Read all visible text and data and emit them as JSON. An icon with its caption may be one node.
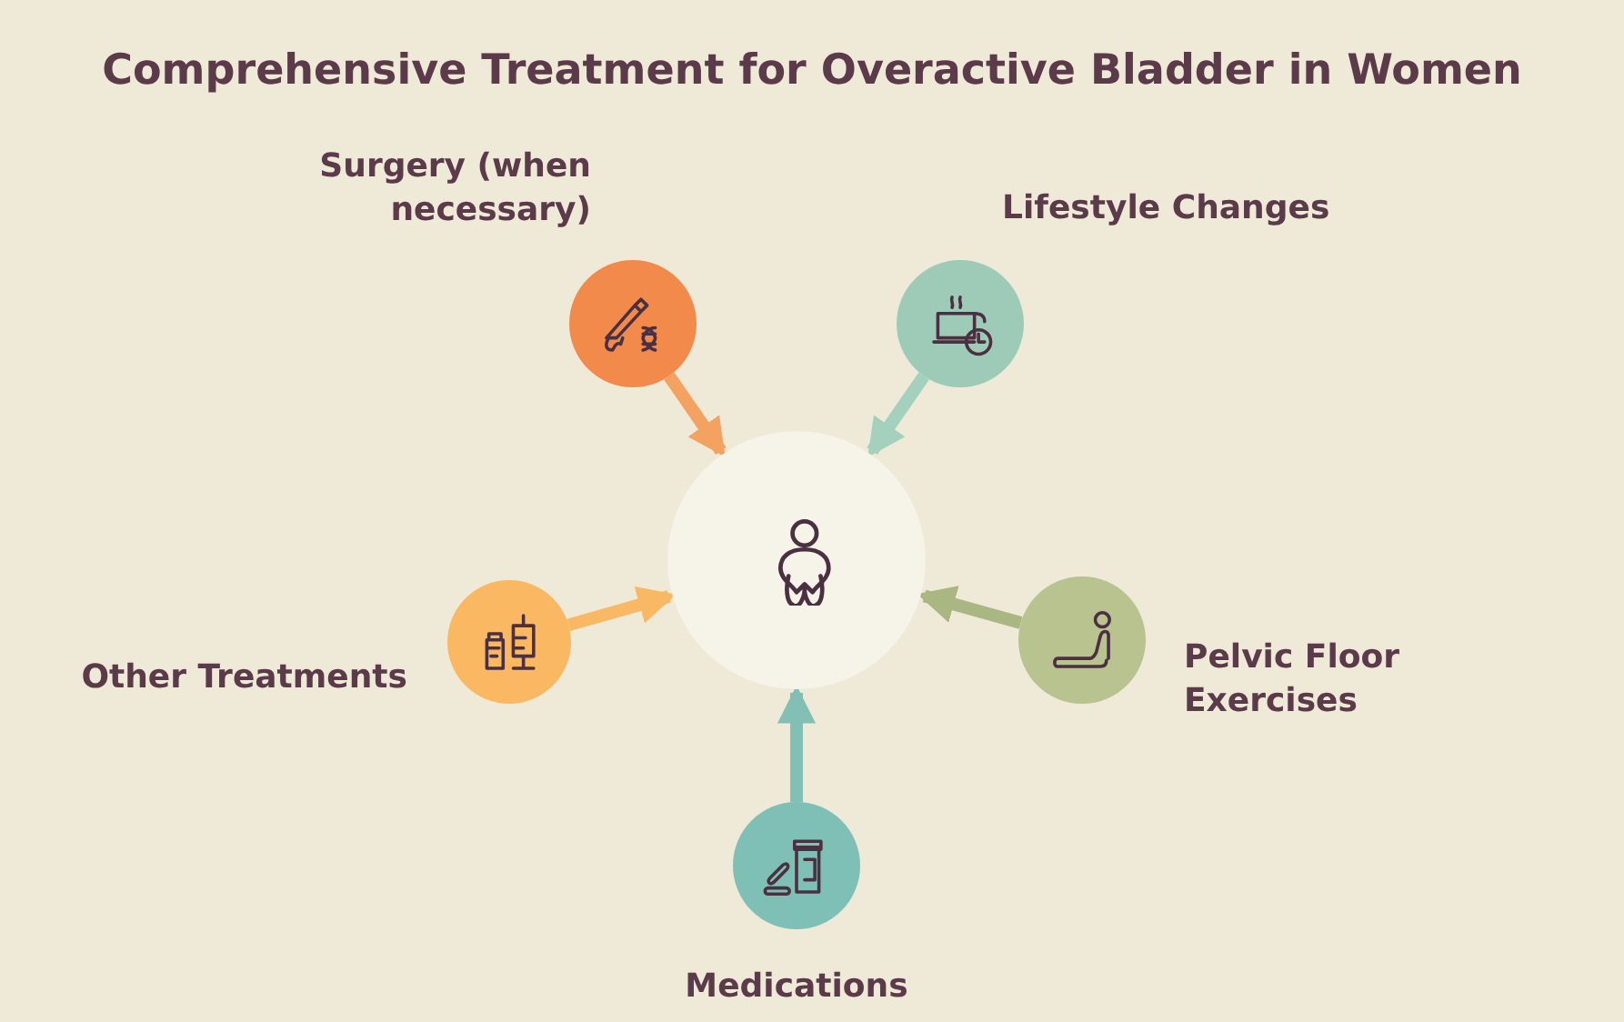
{
  "diagram": {
    "title": "Comprehensive Treatment for Overactive Bladder in Women",
    "nodes": [
      {
        "text": [],
        "shape": "circle"
      },
      {
        "text": [
          "Surgery (when necessary)"
        ]
      },
      {
        "text": [
          "Lifestyle Changes"
        ]
      },
      {
        "text": [
          "Other Treatments"
        ]
      },
      {
        "text": [
          "Pelvic Floor Exercises"
        ]
      },
      {
        "text": [
          "Medications"
        ]
      }
    ],
    "edges": [
      {
        "from": 1,
        "to": 0,
        "arrow": "to",
        "color": "#f4a262"
      },
      {
        "from": 2,
        "to": 0,
        "arrow": "to",
        "color": "#a3d1bd"
      },
      {
        "from": 3,
        "to": 0,
        "arrow": "to",
        "color": "#f9b964"
      },
      {
        "from": 4,
        "to": 0,
        "arrow": "to",
        "color": "#aab783"
      },
      {
        "from": 5,
        "to": 0,
        "arrow": "to",
        "color": "#82c0b6"
      }
    ]
  }
}
